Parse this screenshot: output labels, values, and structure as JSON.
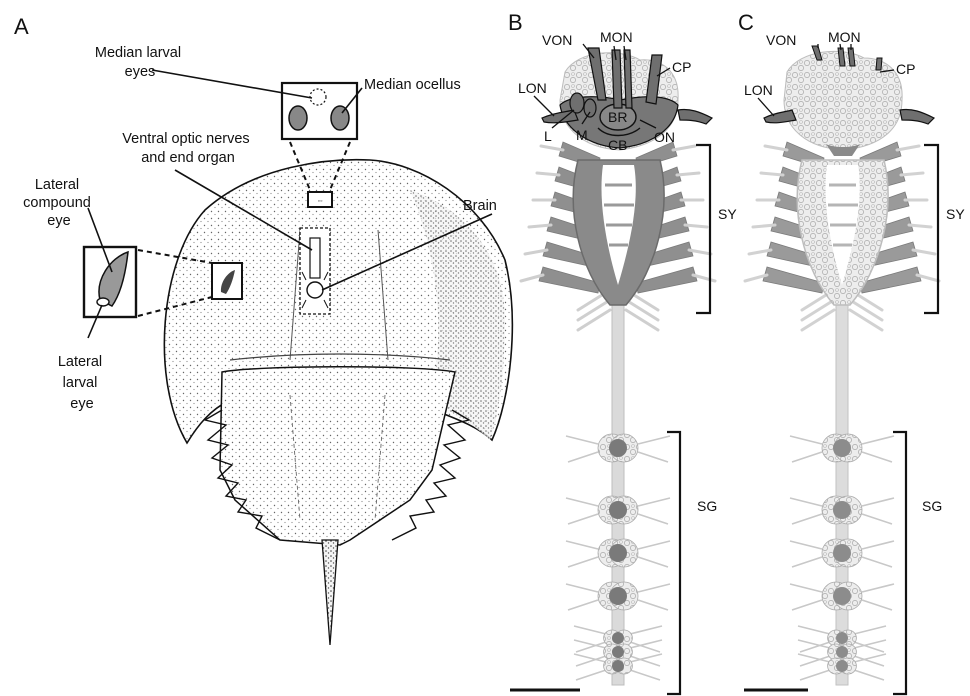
{
  "panels": {
    "a": "A",
    "b": "B",
    "c": "C"
  },
  "panel_a": {
    "median_larval_eyes": [
      "Median larval",
      "eyes"
    ],
    "median_ocellus": "Median ocellus",
    "ventral_optic_nerves": [
      "Ventral optic nerves",
      "and end organ"
    ],
    "brain": "Brain",
    "lateral_compound_eye": [
      "Lateral",
      "compound",
      "eye"
    ],
    "lateral_larval_eye": [
      "Lateral",
      "larval",
      "eye"
    ]
  },
  "panel_b": {
    "von": "VON",
    "mon": "MON",
    "cp": "CP",
    "lon": "LON",
    "br": "BR",
    "l": "L",
    "m": "M",
    "on": "ON",
    "cb": "CB",
    "sy": "SY",
    "sg": "SG"
  },
  "panel_c": {
    "von": "VON",
    "mon": "MON",
    "cp": "CP",
    "lon": "LON",
    "sy": "SY",
    "sg": "SG"
  },
  "colors": {
    "dark_stain": "#6f6f6f",
    "light_stain": "#c9c9c9",
    "outline": "#111111"
  }
}
